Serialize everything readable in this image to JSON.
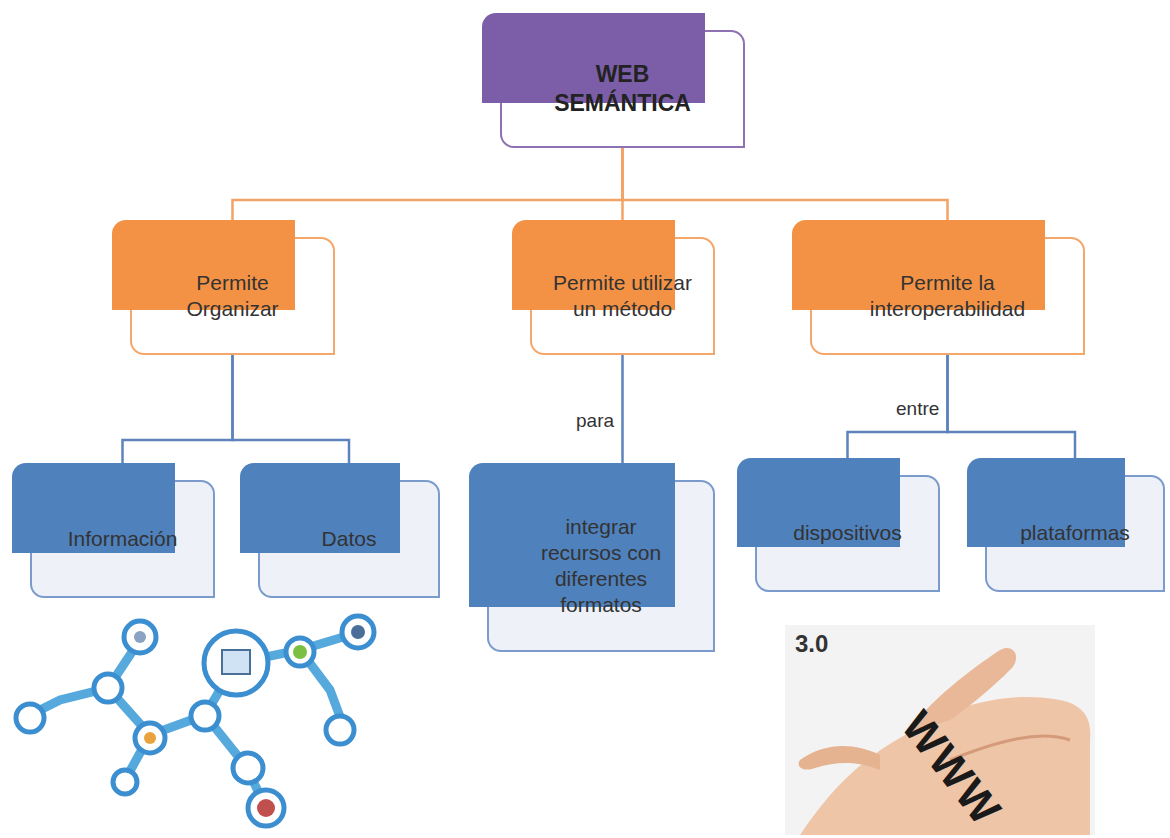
{
  "diagram": {
    "nodes": [
      {
        "text": [
          "WEB SEMÁNTICA"
        ]
      },
      {
        "text": [
          "Permite Organizar"
        ]
      },
      {
        "text": [
          "Permite utilizar un método"
        ]
      },
      {
        "text": [
          "Permite la interoperabilidad"
        ]
      },
      {
        "text": [
          "Información"
        ]
      },
      {
        "text": [
          "Datos"
        ]
      },
      {
        "text": [
          "integrar recursos con diferentes formatos"
        ]
      },
      {
        "text": [
          "dispositivos"
        ]
      },
      {
        "text": [
          "plataformas"
        ]
      }
    ],
    "edges": [
      {
        "from": 0,
        "to": 1,
        "arrow": "none"
      },
      {
        "from": 0,
        "to": 2,
        "arrow": "none"
      },
      {
        "from": 0,
        "to": 3,
        "arrow": "none"
      },
      {
        "from": 1,
        "to": 4,
        "arrow": "none"
      },
      {
        "from": 1,
        "to": 5,
        "arrow": "none"
      },
      {
        "from": 2,
        "to": 6,
        "label": "para",
        "arrow": "none"
      },
      {
        "from": 3,
        "to": 7,
        "label": "entre",
        "arrow": "none"
      },
      {
        "from": 3,
        "to": 8,
        "arrow": "none"
      }
    ],
    "labels": [
      "3.0",
      "WWW"
    ]
  }
}
